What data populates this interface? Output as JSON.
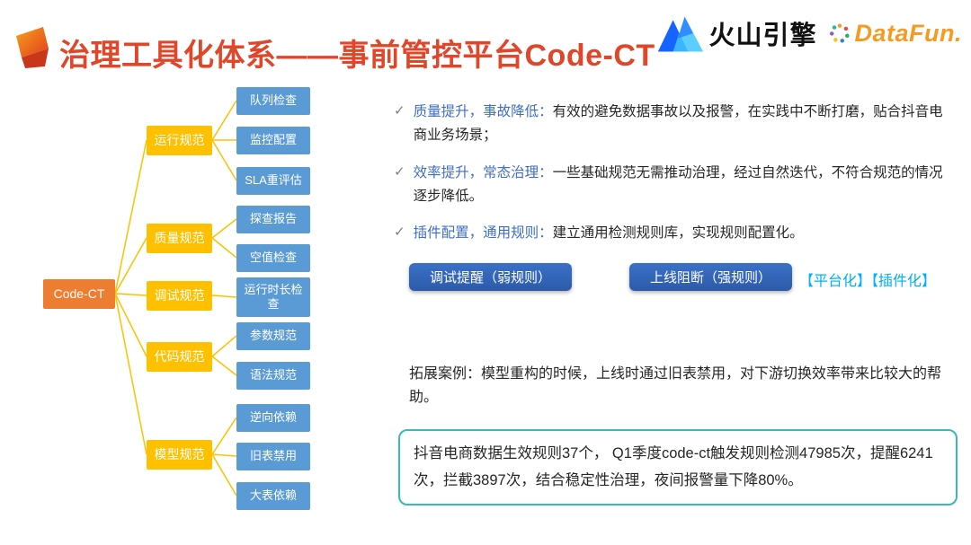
{
  "header": {
    "title": "治理工具化体系——事前管控平台Code-CT",
    "logos": {
      "volcano": "火山引擎",
      "datafun": "DataFun."
    }
  },
  "tree": {
    "root": "Code-CT",
    "branches": [
      {
        "label": "运行规范",
        "children": [
          "队列检查",
          "监控配置",
          "SLA重评估"
        ]
      },
      {
        "label": "质量规范",
        "children": [
          "探查报告",
          "空值检查"
        ]
      },
      {
        "label": "调试规范",
        "children": [
          "运行时长检查"
        ]
      },
      {
        "label": "代码规范",
        "children": [
          "参数规范",
          "语法规范"
        ]
      },
      {
        "label": "模型规范",
        "children": [
          "逆向依赖",
          "旧表禁用",
          "大表依赖"
        ]
      }
    ]
  },
  "bullets": [
    {
      "check": "✓",
      "highlight": "质量提升，事故降低：",
      "text": "有效的避免数据事故以及报警，在实践中不断打磨，贴合抖音电商业务场景；"
    },
    {
      "check": "✓",
      "highlight": "效率提升，常态治理：",
      "text": "一些基础规范无需推动治理，经过自然迭代，不符合规范的情况逐步降低。"
    },
    {
      "check": "✓",
      "highlight": "插件配置，通用规则：",
      "text": "建立通用检测规则库，实现规则配置化。"
    }
  ],
  "buttons": [
    {
      "label": "调试提醒（弱规则）"
    },
    {
      "label": "上线阻断（强规则）"
    }
  ],
  "tags": "【平台化】【插件化】",
  "case_text": "拓展案例：模型重构的时候，上线时通过旧表禁用，对下游切换效率带来比较大的帮助。",
  "summary_box": "抖音电商数据生效规则37个， Q1季度code-ct触发规则检测47985次，提醒6241次，拦截3897次，结合稳定性治理，夜间报警量下降80%。",
  "colors": {
    "title": "#e0462a",
    "root_node": "#ED7D31",
    "branch_node": "#FFC000",
    "leaf_node": "#5B9BD5",
    "connector": "#FFC000",
    "bullet_highlight": "#3F6EC6",
    "button_blue": "#2E5FAC",
    "tags_cyan": "#00B0F0",
    "summary_border": "#3BB9B4",
    "datafun_orange": "#F59A23",
    "volcano_blue": "#1664FF"
  },
  "icons": {
    "check": "checkmark",
    "title_accent": "ribbon-icon",
    "volcano": "mountain-icon",
    "datafun": "starburst-icon"
  }
}
